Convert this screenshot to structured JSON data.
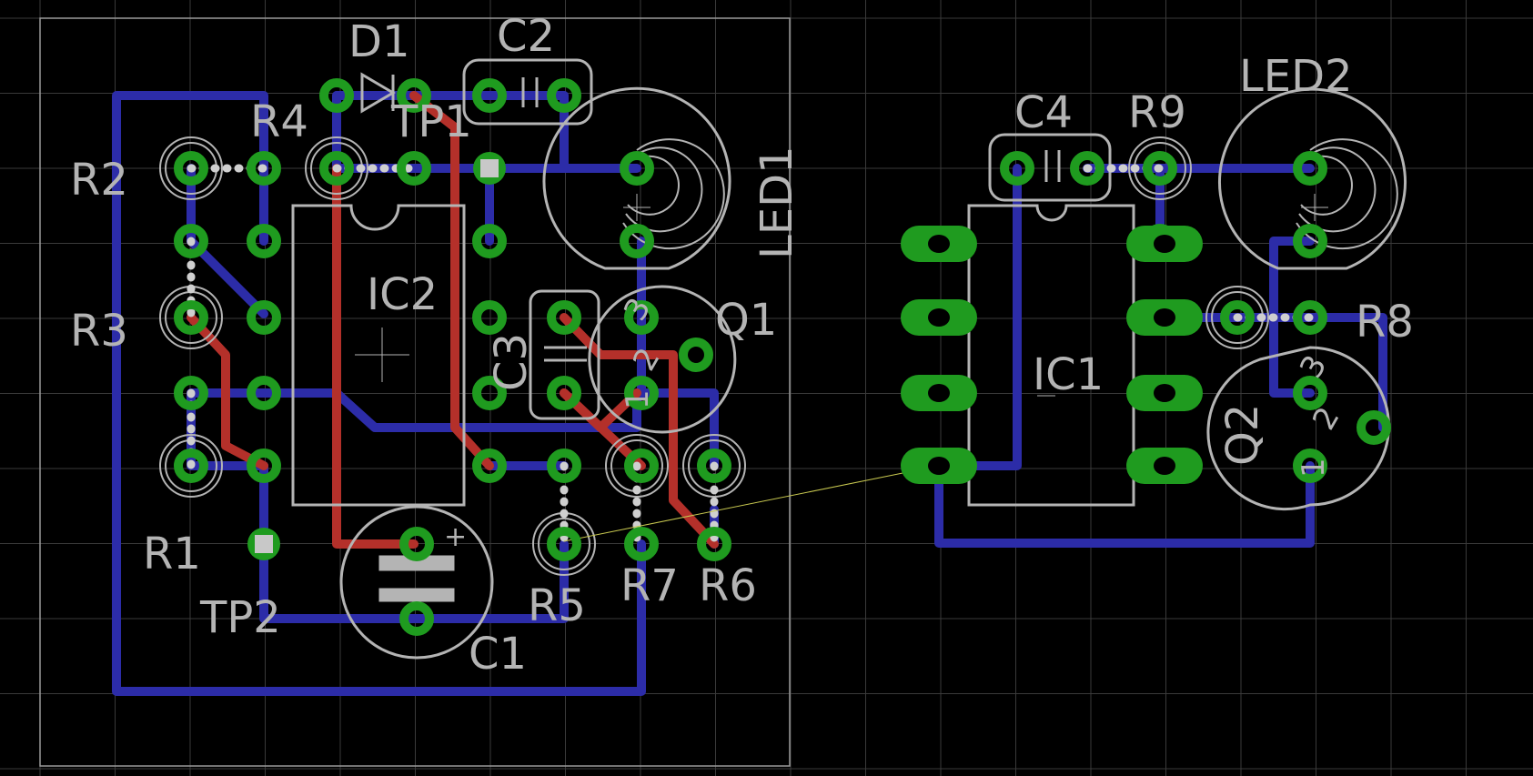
{
  "colors": {
    "background": "#000000",
    "grid": "#3a3a3a",
    "top_copper": "#b4302a",
    "bottom_copper": "#2c2ca8",
    "pad": "#1f9b1f",
    "silkscreen": "#b4b4b4",
    "airwire": "#c8c850"
  },
  "labels": {
    "D1": "D1",
    "C2": "C2",
    "R4": "R4",
    "TP1": "TP1",
    "R2": "R2",
    "LED1": "LED1",
    "IC2": "IC2",
    "R3": "R3",
    "C3": "C3",
    "Q1": "Q1",
    "R1": "R1",
    "TP2": "TP2",
    "R5": "R5",
    "R7": "R7",
    "R6": "R6",
    "C1": "C1",
    "C4": "C4",
    "R9": "R9",
    "LED2": "LED2",
    "IC1": "IC1",
    "R8": "R8",
    "Q2": "Q2",
    "q1_pin1": "1",
    "q1_pin2": "2",
    "q1_pin3": "3",
    "q2_pin1": "1",
    "q2_pin2": "2",
    "q2_pin3": "3",
    "c1_polarity": "+"
  }
}
